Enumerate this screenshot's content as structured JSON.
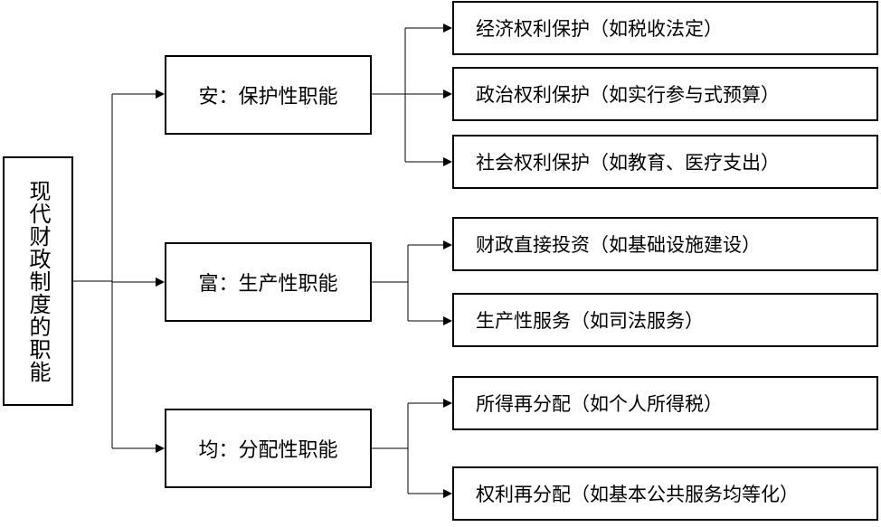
{
  "root": {
    "label": "现代财政制度的职能"
  },
  "functions": [
    {
      "label": "安：保护性职能",
      "items": [
        "经济权利保护（如税收法定）",
        "政治权利保护（如实行参与式预算）",
        "社会权利保护（如教育、医疗支出）"
      ]
    },
    {
      "label": "富：生产性职能",
      "items": [
        "财政直接投资（如基础设施建设）",
        "生产性服务（如司法服务）"
      ]
    },
    {
      "label": "均：分配性职能",
      "items": [
        "所得再分配（如个人所得税）",
        "权利再分配（如基本公共服务均等化）"
      ]
    }
  ],
  "colors": {
    "line": "#000000",
    "box_border": "#000000",
    "background": "#ffffff"
  }
}
